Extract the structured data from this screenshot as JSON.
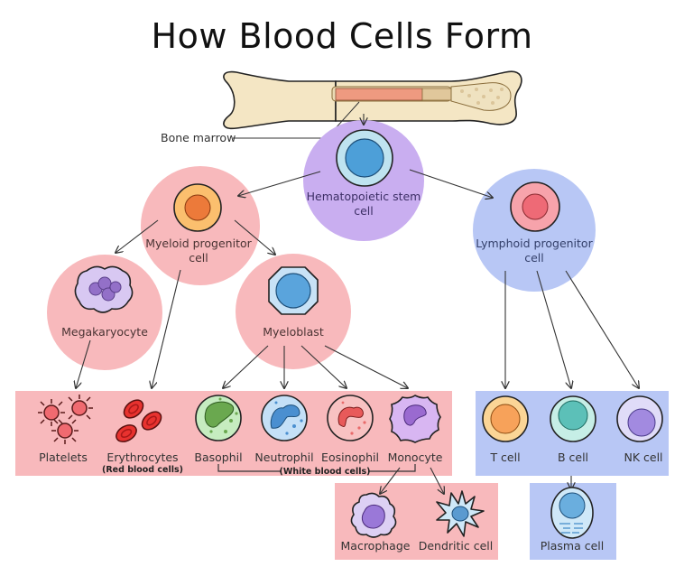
{
  "title": "How Blood Cells Form",
  "colors": {
    "myeloid_bg": "#f8b9bc",
    "lymphoid_bg": "#b8c7f5",
    "stem_bg": "#c9aef0",
    "bone": "#f4e6c4",
    "marrow": "#ee9a80"
  },
  "labels": {
    "bone_marrow": "Bone marrow",
    "hsc_line1": "Hematopoietic stem",
    "hsc_line2": "cell",
    "myeloid_line1": "Myeloid progenitor",
    "myeloid_line2": "cell",
    "lymphoid_line1": "Lymphoid progenitor",
    "lymphoid_line2": "cell",
    "megakaryocyte": "Megakaryocyte",
    "myeloblast": "Myeloblast",
    "platelets": "Platelets",
    "erythrocytes": "Erythrocytes",
    "erythrocytes_sub": "(Red blood cells)",
    "basophil": "Basophil",
    "neutrophil": "Neutrophil",
    "eosinophil": "Eosinophil",
    "monocyte": "Monocyte",
    "white_blood_cells": "(White blood cells)",
    "t_cell": "T cell",
    "b_cell": "B cell",
    "nk_cell": "NK cell",
    "macrophage": "Macrophage",
    "dendritic_cell": "Dendritic cell",
    "plasma_cell": "Plasma cell"
  }
}
